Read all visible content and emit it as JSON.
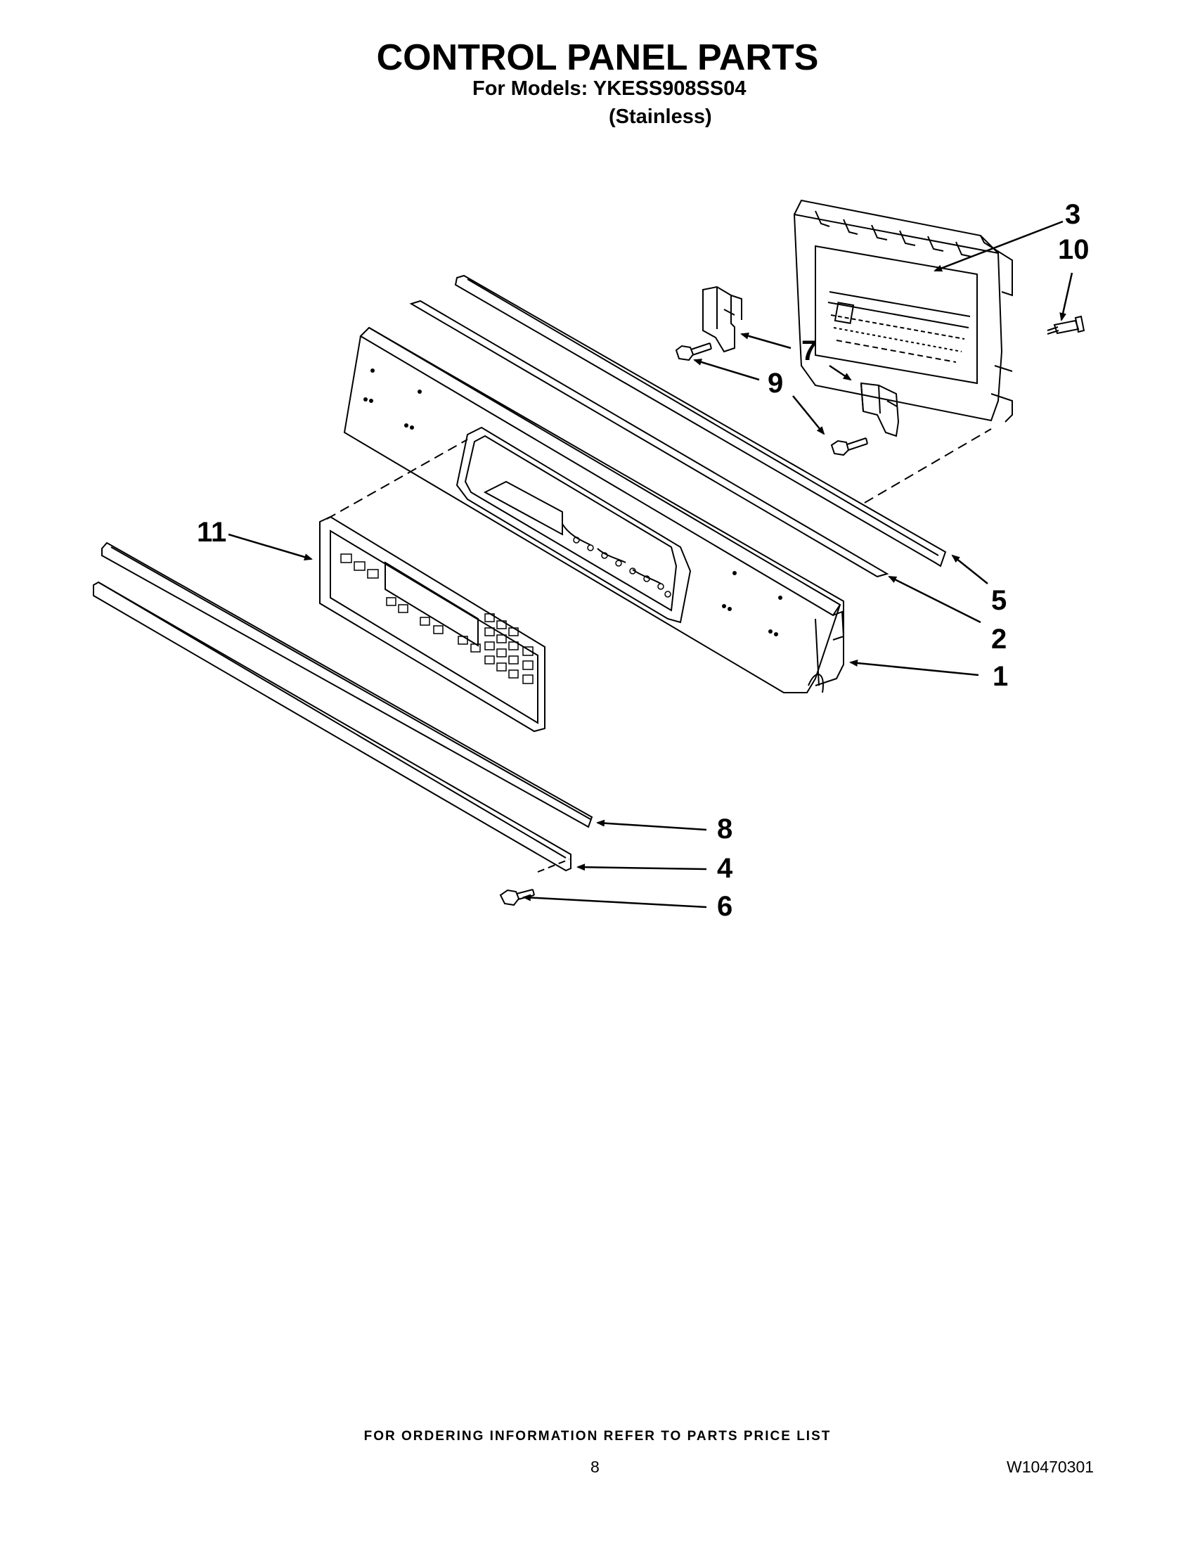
{
  "header": {
    "title": "CONTROL PANEL PARTS",
    "models": "For Models: YKESS908SS04",
    "color": "(Stainless)"
  },
  "callouts": [
    "1",
    "2",
    "3",
    "4",
    "5",
    "6",
    "7",
    "8",
    "9",
    "10",
    "11"
  ],
  "footer": {
    "note": "FOR ORDERING INFORMATION REFER TO PARTS PRICE LIST",
    "page": "8",
    "doc_number": "W10470301"
  },
  "colors": {
    "ink": "#000000",
    "paper": "#ffffff"
  }
}
